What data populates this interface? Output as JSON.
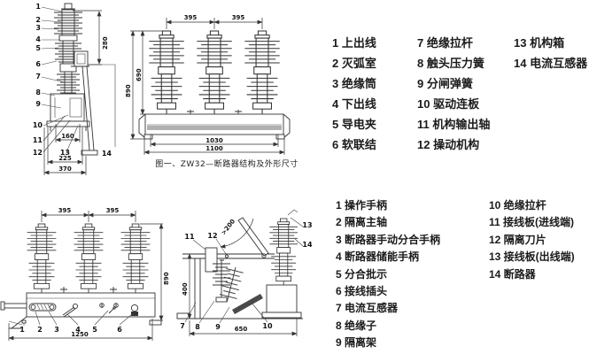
{
  "fig1": {
    "caption": "图一、ZW32—断路器结构及外形尺寸",
    "side": {
      "callouts": [
        "1",
        "2",
        "3",
        "4",
        "5",
        "6",
        "7",
        "8",
        "9",
        "10",
        "11",
        "12",
        "13",
        "14"
      ],
      "dims": {
        "height": "280",
        "bolt_span": "160",
        "base_width": "225",
        "overall_width": "370"
      }
    },
    "front": {
      "dims": {
        "pole_pitch_left": "395",
        "pole_pitch_right": "395",
        "pole_height": "690",
        "total_height": "890",
        "inner_width": "1030",
        "overall_width": "1100"
      }
    },
    "legend": {
      "col1": [
        "1 上出线",
        "2 灭弧室",
        "3 绝缘筒",
        "4 下出线",
        "5 导电夹",
        "6 软联结"
      ],
      "col2": [
        "7 绝缘拉杆",
        "8 触头压力簧",
        "9 分闸弹簧",
        "10 驱动连板",
        "11 机构输出轴",
        "12 操动机构"
      ],
      "col3": [
        "13 机构箱",
        "14 电流互感器"
      ]
    }
  },
  "fig2": {
    "front": {
      "callouts": [
        "1",
        "2",
        "3",
        "4",
        "5",
        "6"
      ],
      "dims": {
        "pole_pitch_left": "395",
        "pole_pitch_right": "395",
        "total_height": "890",
        "overall_width": "1250"
      }
    },
    "side": {
      "callouts": [
        "7",
        "8",
        "9",
        "10",
        "11",
        "12",
        "13",
        "14"
      ],
      "dims": {
        "height": "400",
        "handle_arc": ">200",
        "depth": "650"
      }
    },
    "legend": {
      "col1": [
        "1 操作手柄",
        "2 隔离主轴",
        "3 断路器手动分合手柄",
        "4 断路器储能手柄",
        "5 分合批示",
        "6 接线插头",
        "7 电流互感器",
        "8 绝缘子",
        "9 隔离架"
      ],
      "col2": [
        "10 绝缘拉杆",
        "11 接线板(进线端)",
        "12 隔离刀片",
        "13 接线板(出线端)",
        "14 断路器"
      ]
    }
  }
}
